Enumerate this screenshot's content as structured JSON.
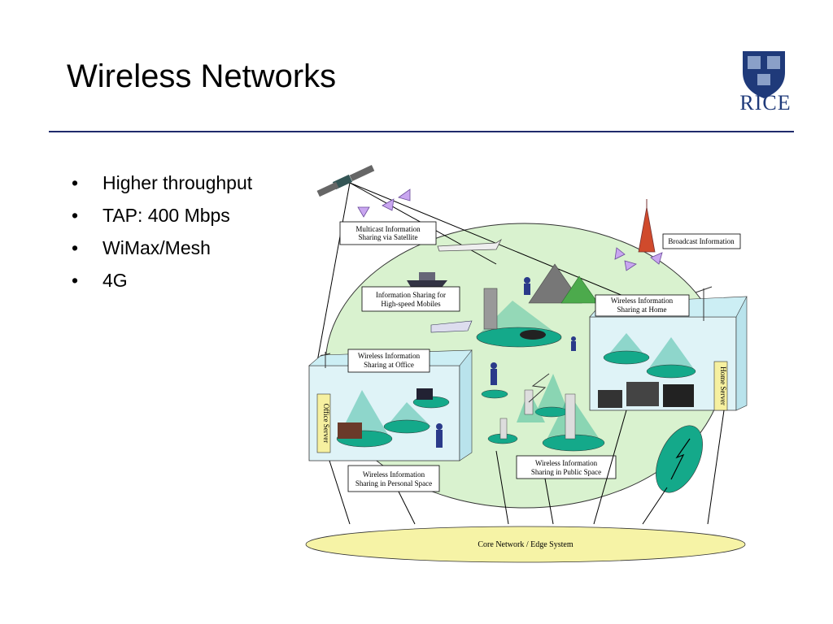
{
  "slide": {
    "title": "Wireless Networks",
    "bullets": [
      "Higher throughput",
      "TAP: 400 Mbps",
      "WiMax/Mesh",
      "4G"
    ],
    "logo_text": "RICE"
  },
  "diagram": {
    "labels": {
      "satellite": [
        "Multicast Information",
        "Sharing via Satellite"
      ],
      "broadcast": [
        "Broadcast Information"
      ],
      "mobiles": [
        "Information Sharing for",
        "High-speed Mobiles"
      ],
      "home": [
        "Wireless Information",
        "Sharing at Home"
      ],
      "office": [
        "Wireless Information",
        "Sharing at Office"
      ],
      "personal": [
        "Wireless Information",
        "Sharing in Personal Space"
      ],
      "public": [
        "Wireless Information",
        "Sharing in Public Space"
      ],
      "core": "Core Network / Edge System",
      "office_server": "Office Server",
      "home_server": "Home Server"
    }
  },
  "colors": {
    "title_rule": "#1f2a6b",
    "cloud": "#d9f2cf",
    "core": "#f6f3a6",
    "teal": "#14a98a",
    "box": "#dff3f7"
  }
}
